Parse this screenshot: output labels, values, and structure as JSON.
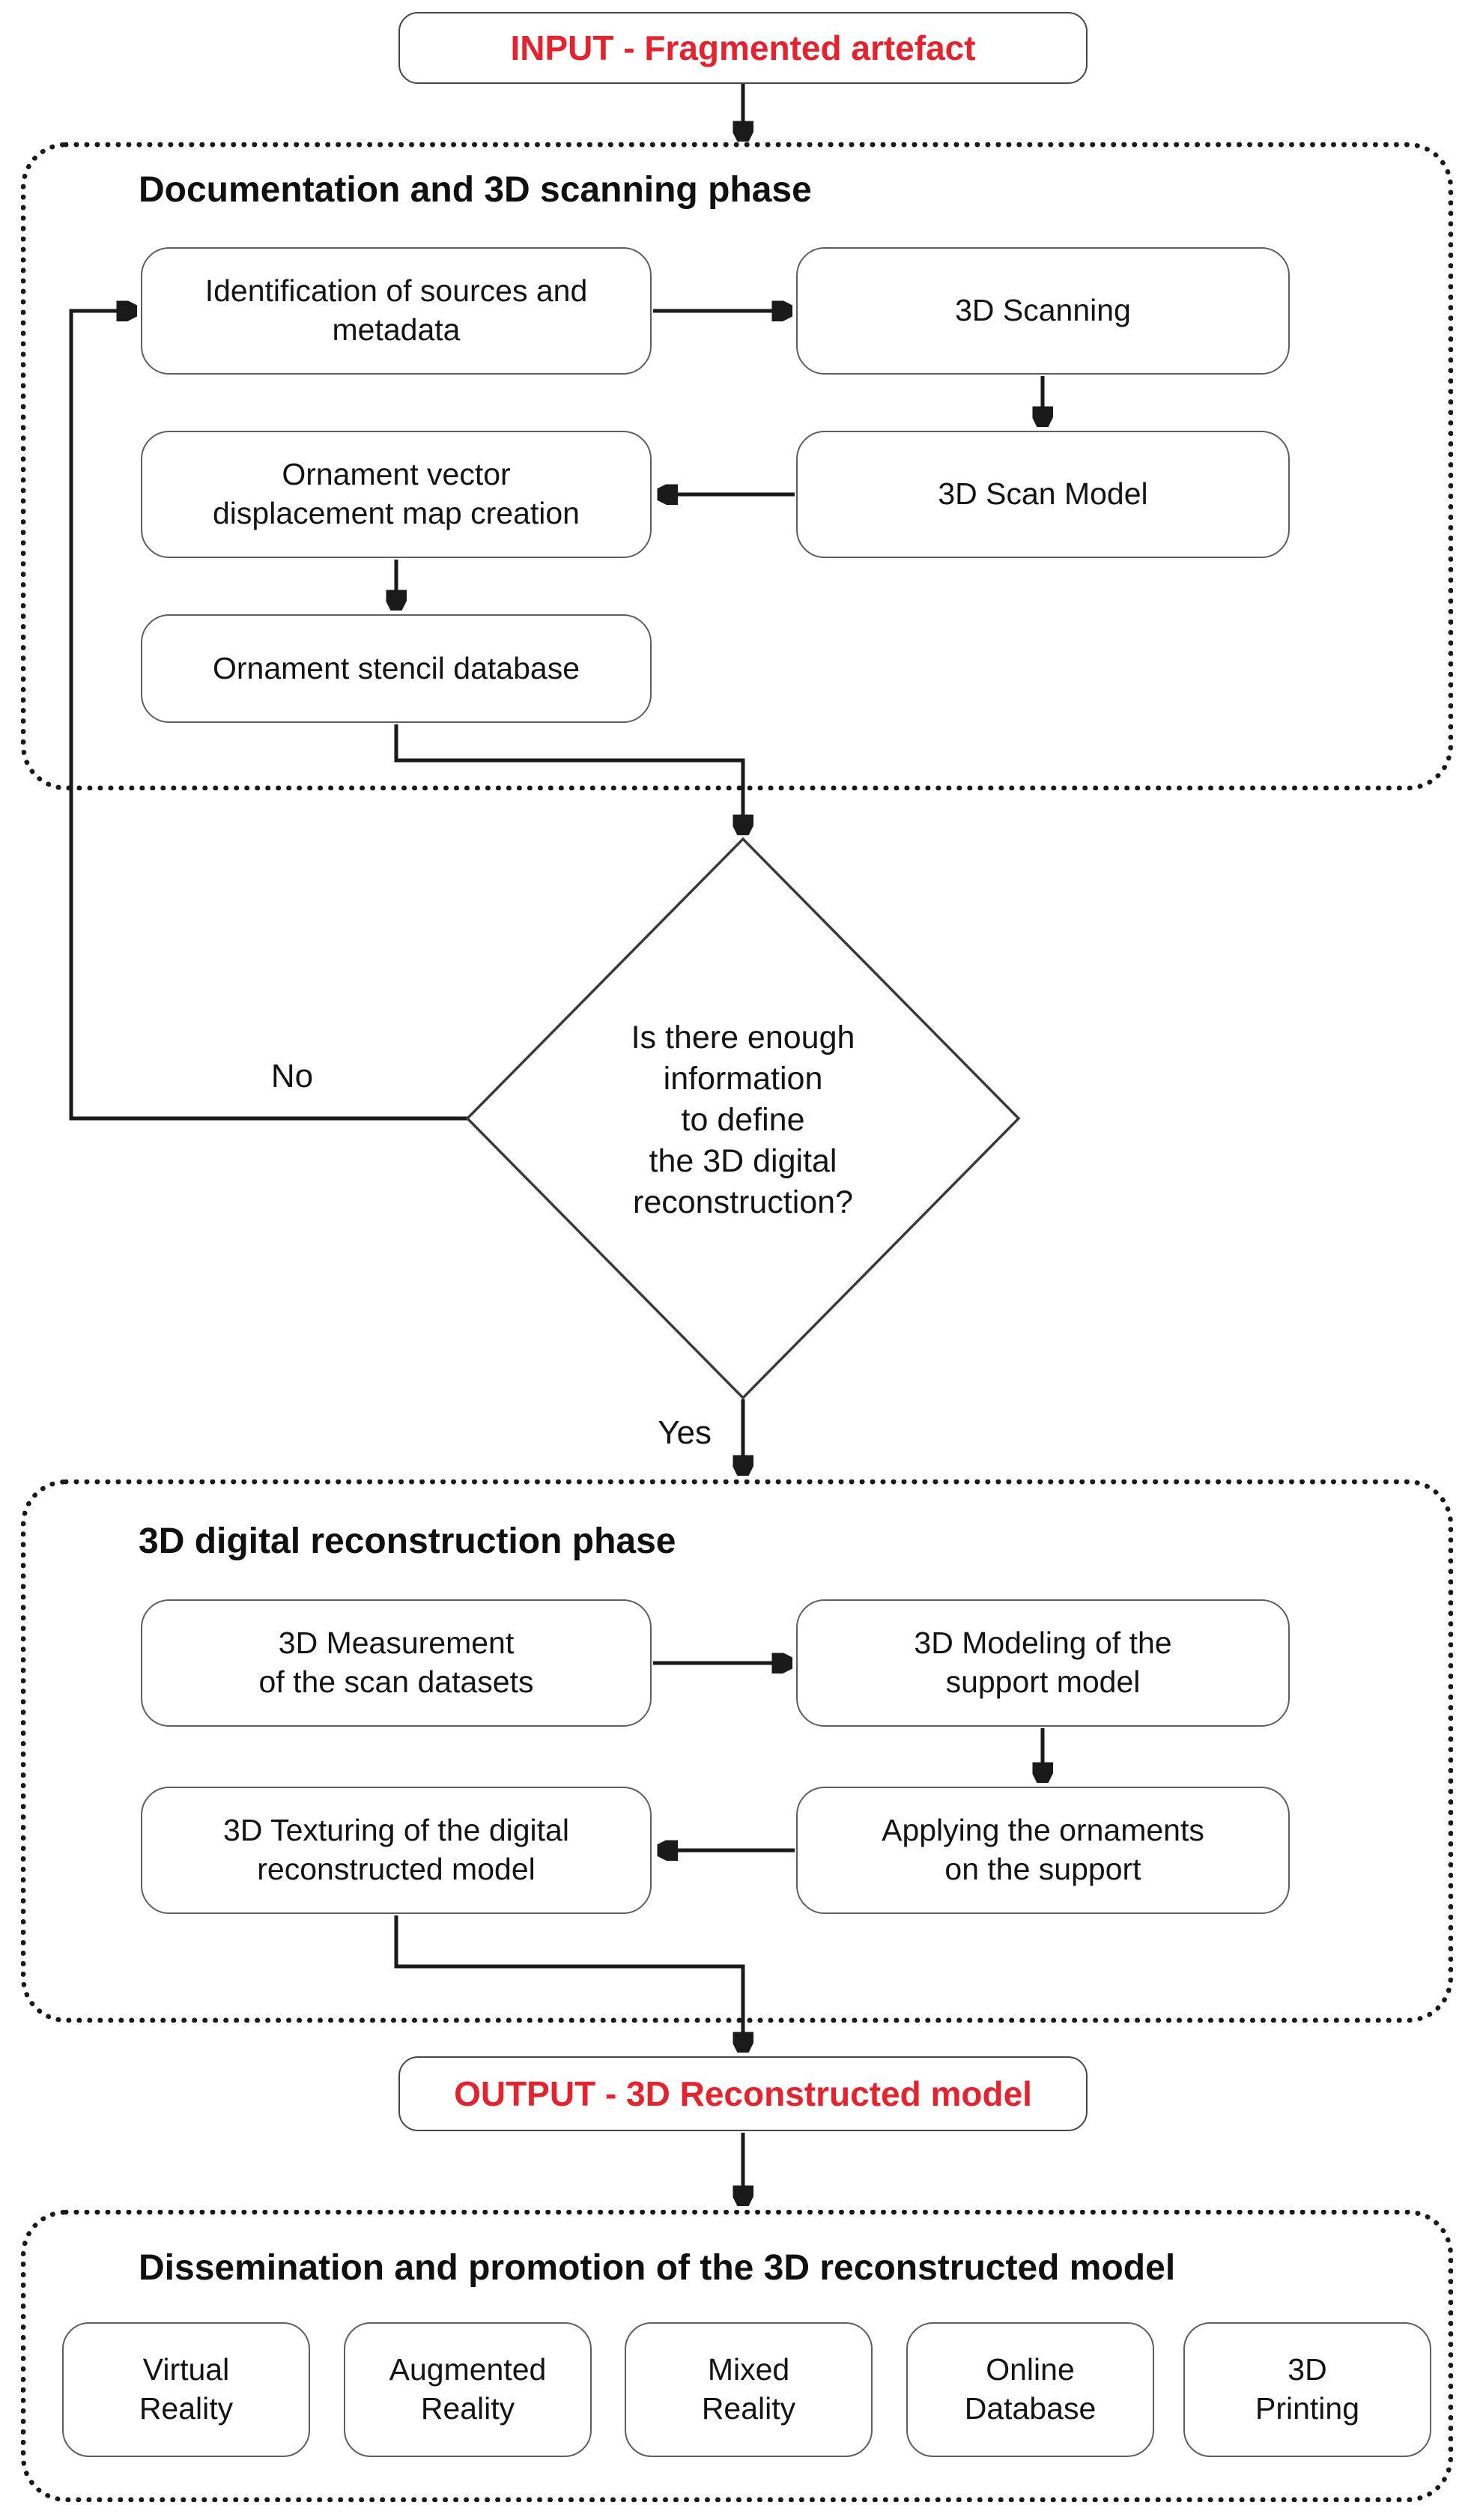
{
  "colors": {
    "accent_red": "#e5232e",
    "line": "#1a1a1a",
    "box_border": "#5f5f5f",
    "dashed_border": "#1a1a1a"
  },
  "input_node": {
    "label": "INPUT - Fragmented artefact"
  },
  "phase1": {
    "title": "Documentation and 3D scanning phase",
    "identification": {
      "l1": "Identification of sources and",
      "l2": "metadata"
    },
    "scanning": {
      "l1": "3D Scanning"
    },
    "scan_model": {
      "l1": "3D Scan Model"
    },
    "ornament_vector": {
      "l1": "Ornament vector",
      "l2": "displacement map creation"
    },
    "stencil_db": {
      "l1": "Ornament stencil database"
    }
  },
  "decision": {
    "l1": "Is there enough",
    "l2": "information",
    "l3": "to define",
    "l4": "the 3D digital",
    "l5": "reconstruction?",
    "no_label": "No",
    "yes_label": "Yes"
  },
  "phase2": {
    "title": "3D digital reconstruction phase",
    "measurement": {
      "l1": "3D Measurement",
      "l2": "of the scan datasets"
    },
    "modeling": {
      "l1": "3D Modeling of the",
      "l2": "support model"
    },
    "applying": {
      "l1": "Applying the ornaments",
      "l2": "on the support"
    },
    "texturing": {
      "l1": "3D Texturing of the digital",
      "l2": "reconstructed model"
    }
  },
  "output_node": {
    "label": "OUTPUT - 3D Reconstructed model"
  },
  "phase3": {
    "title": "Dissemination and promotion of the 3D reconstructed model",
    "items": [
      {
        "l1": "Virtual",
        "l2": "Reality"
      },
      {
        "l1": "Augmented",
        "l2": "Reality"
      },
      {
        "l1": "Mixed",
        "l2": "Reality"
      },
      {
        "l1": "Online",
        "l2": "Database"
      },
      {
        "l1": "3D",
        "l2": "Printing"
      }
    ]
  }
}
